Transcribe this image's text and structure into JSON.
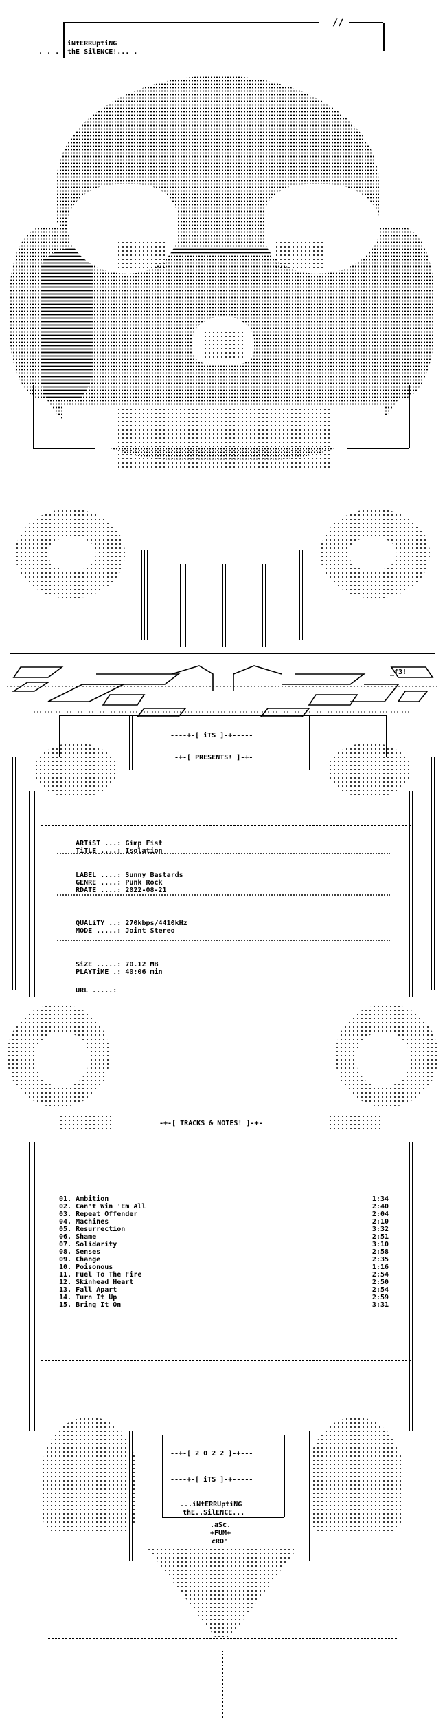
{
  "header": {
    "group_line1": "iNtERRUptiNG",
    "group_line2": "thE SilENCE!... .",
    "slash_mark": "//"
  },
  "logo": {
    "tag": "_f3!"
  },
  "presents": {
    "its_label": "----+-[ iTS ]-+-----",
    "presents_label": "-+-[ PRESENTS! ]-+-"
  },
  "info": {
    "artist": {
      "label": "ARTiST ...:",
      "value": "Gimp Fist"
    },
    "title": {
      "label": "TiTLE ....:",
      "value": "Isolation"
    },
    "label": {
      "label": "LABEL ....:",
      "value": "Sunny Bastards"
    },
    "genre": {
      "label": "GENRE ....:",
      "value": "Punk Rock"
    },
    "rdate": {
      "label": "RDATE ....:",
      "value": "2022-08-21"
    },
    "quality": {
      "label": "QUALiTY ..:",
      "value": "270kbps/4410kHz"
    },
    "mode": {
      "label": "MODE .....:",
      "value": "Joint Stereo"
    },
    "size": {
      "label": "SiZE .....:",
      "value": "70.12 MB"
    },
    "playtime": {
      "label": "PLAYTiME .:",
      "value": "40:06 min"
    },
    "url": {
      "label": "URL .....:",
      "value": ""
    }
  },
  "tracks_banner": "-+-[ TRACKS & NOTES! ]-+-",
  "tracks": [
    {
      "name": "01. Ambition",
      "time": "1:34"
    },
    {
      "name": "02. Can't Win 'Em All",
      "time": "2:40"
    },
    {
      "name": "03. Repeat Offender",
      "time": "2:04"
    },
    {
      "name": "04. Machines",
      "time": "2:10"
    },
    {
      "name": "05. Resurrection",
      "time": "3:32"
    },
    {
      "name": "06. Shame",
      "time": "2:51"
    },
    {
      "name": "07. Solidarity",
      "time": "3:10"
    },
    {
      "name": "08. Senses",
      "time": "2:58"
    },
    {
      "name": "09. Change",
      "time": "2:35"
    },
    {
      "name": "10. Poisonous",
      "time": "1:16"
    },
    {
      "name": "11. Fuel To The Fire",
      "time": "2:54"
    },
    {
      "name": "12. Skinhead Heart",
      "time": "2:50"
    },
    {
      "name": "13. Fall Apart",
      "time": "2:54"
    },
    {
      "name": "14. Turn It Up",
      "time": "2:59"
    },
    {
      "name": "15. Bring It On",
      "time": "3:31"
    }
  ],
  "footer": {
    "year": "--+-[ 2 0 2 2 ]-+---",
    "its": "----+-[ iTS ]-+-----",
    "group1": "...iNtERRUptiNG",
    "group2": "thE..SilENCE...",
    "credit1": ".aSc.",
    "credit2": "+FUM+",
    "credit3": "cRO'"
  }
}
